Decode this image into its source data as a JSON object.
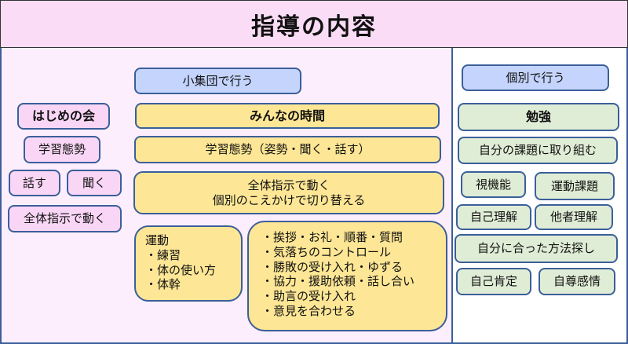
{
  "title": "指導の内容",
  "small_group": {
    "header": "小集団で行う",
    "main": "みんなの時間",
    "posture": "学習態勢（姿勢・聞く・話す）",
    "instruction_line1": "全体指示で動く",
    "instruction_line2": "個別のこえかけで切り替える",
    "exercise": {
      "title": "運動",
      "items": [
        "・練習",
        "・体の使い方",
        "・体幹"
      ]
    },
    "social": [
      "・挨拶・お礼・順番・質問",
      "・気落ちのコントロール",
      "・勝敗の受け入れ・ゆずる",
      "・協力・援助依頼・話し合い",
      "・助言の受け入れ",
      "・意見を合わせる"
    ]
  },
  "opening": {
    "header": "はじめの会",
    "posture": "学習態勢",
    "speak": "話す",
    "listen": "聞く",
    "instruction": "全体指示で動く"
  },
  "individual": {
    "header": "個別で行う",
    "main": "勉強",
    "task": "自分の課題に取り組む",
    "vision": "視機能",
    "motor": "運動課題",
    "self_understanding": "自己理解",
    "other_understanding": "他者理解",
    "method": "自分に合った方法探し",
    "self_affirmation": "自己肯定",
    "self_esteem": "自尊感情"
  }
}
